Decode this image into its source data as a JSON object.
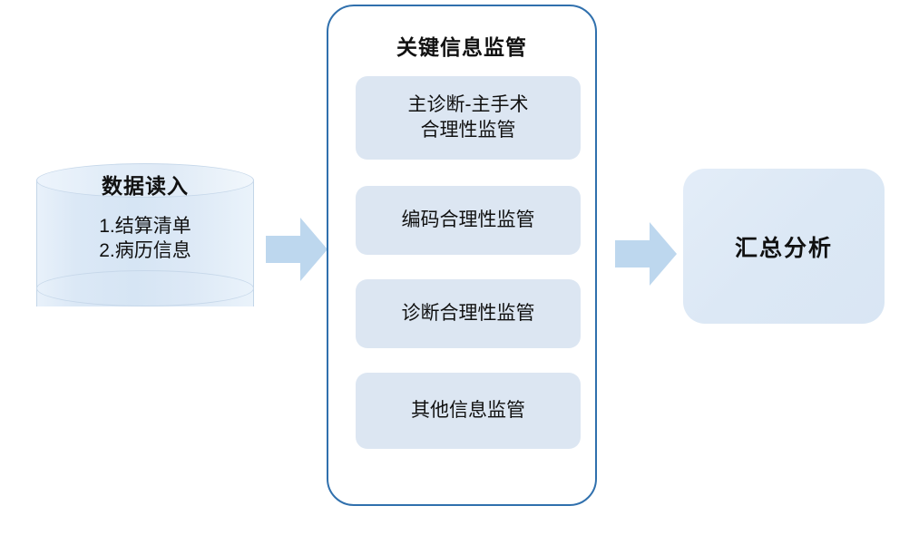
{
  "diagram": {
    "type": "flowchart",
    "orientation": "left-to-right",
    "colors": {
      "arrow_fill": "#bdd7ee",
      "panel_border": "#3070ad",
      "sub_box_fill": "#dce6f2",
      "cylinder_fill": "#dbe8f6",
      "result_box_fill": "#dce8f5",
      "text": "#111111",
      "background": "#ffffff"
    }
  },
  "source": {
    "shape": "cylinder",
    "title": "数据读入",
    "items": [
      "1.结算清单",
      "2.病历信息"
    ]
  },
  "arrow_1": {
    "icon": "right-block-arrow",
    "direction": "right"
  },
  "panel": {
    "title": "关键信息监管",
    "boxes": [
      {
        "label": "主诊断-主手术\n合理性监管",
        "line1": "主诊断-主手术",
        "line2": "合理性监管"
      },
      {
        "label": "编码合理性监管",
        "line1": "编码合理性监管",
        "line2": ""
      },
      {
        "label": "诊断合理性监管",
        "line1": "诊断合理性监管",
        "line2": ""
      },
      {
        "label": "其他信息监管",
        "line1": "其他信息监管",
        "line2": ""
      }
    ]
  },
  "arrow_2": {
    "icon": "right-block-arrow",
    "direction": "right"
  },
  "result": {
    "shape": "rounded-rectangle",
    "title": "汇总分析"
  }
}
